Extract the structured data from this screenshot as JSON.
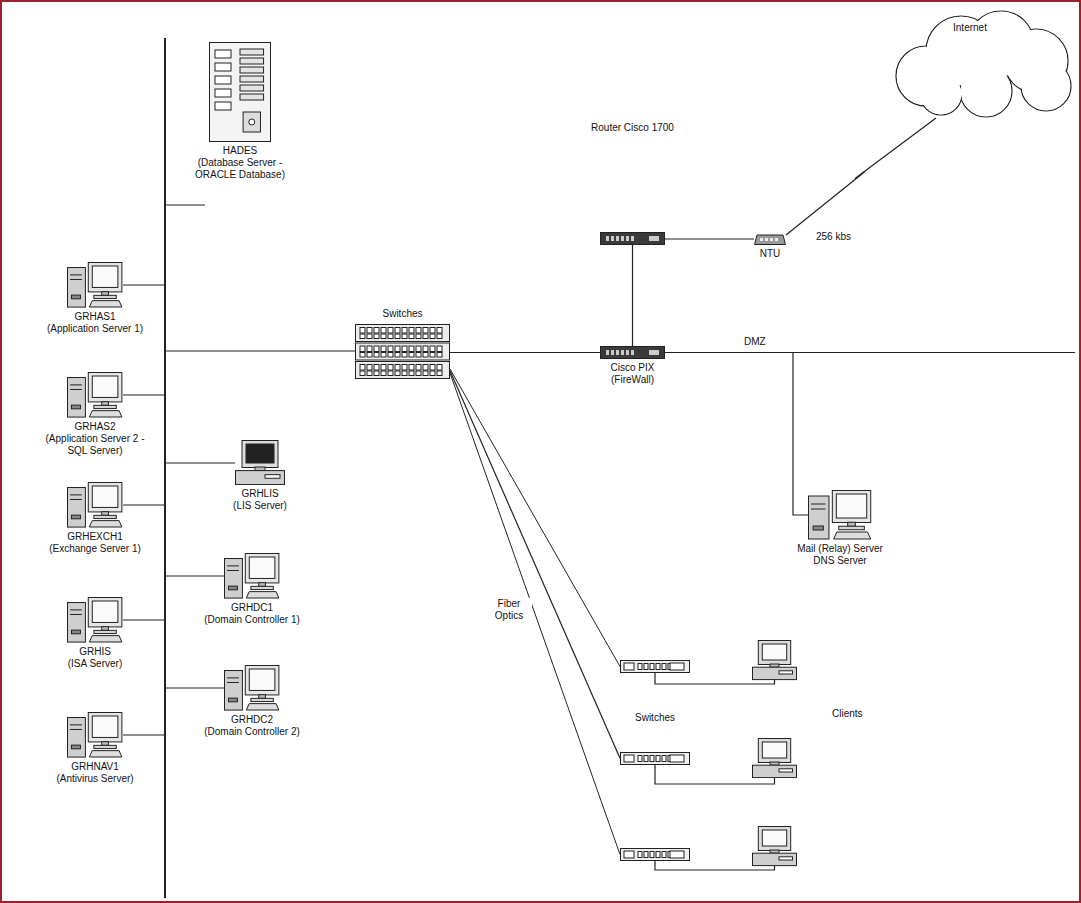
{
  "diagram": {
    "nodes": [
      {
        "text": [
          "HADES",
          "(Database Server - ORACLE Database)"
        ]
      },
      {
        "text": [
          "GRHAS1",
          "(Application Server 1)"
        ]
      },
      {
        "text": [
          "GRHAS2",
          "(Application Server 2 - SQL Server)"
        ]
      },
      {
        "text": [
          "GRHLIS",
          "(LIS Server)"
        ]
      },
      {
        "text": [
          "GRHEXCH1",
          "(Exchange Server 1)"
        ]
      },
      {
        "text": [
          "GRHDC1",
          "(Domain Controller 1)"
        ]
      },
      {
        "text": [
          "GRHIS",
          "(ISA Server)"
        ]
      },
      {
        "text": [
          "GRHDC2",
          "(Domain Controller 2)"
        ]
      },
      {
        "text": [
          "GRHNAV1",
          "(Antivirus Server)"
        ]
      },
      {
        "text": [
          "Switches"
        ]
      },
      {
        "text": [
          "Router Cisco 1700"
        ]
      },
      {
        "text": [
          "NTU"
        ]
      },
      {
        "text": [
          "Internet"
        ]
      },
      {
        "text": [
          "Cisco PIX",
          "(FireWall)"
        ]
      },
      {
        "text": [
          "Mail (Relay) Server",
          "DNS Server"
        ]
      },
      {
        "text": [
          "Switches"
        ]
      },
      {
        "text": [
          "Clients"
        ]
      }
    ],
    "edges": [
      {
        "from": 9,
        "to": 13,
        "arrow": "none"
      },
      {
        "from": 10,
        "to": 13,
        "arrow": "none"
      },
      {
        "from": 10,
        "to": 11,
        "arrow": "none"
      },
      {
        "from": 11,
        "to": 12,
        "label": "256 kbs",
        "arrow": "none"
      },
      {
        "from": 13,
        "to": 14,
        "arrow": "none"
      },
      {
        "from": 9,
        "to": 15,
        "arrow": "none"
      },
      {
        "from": 15,
        "to": 16,
        "arrow": "none"
      }
    ],
    "labels": [
      "DMZ",
      "Fiber Optics"
    ]
  }
}
